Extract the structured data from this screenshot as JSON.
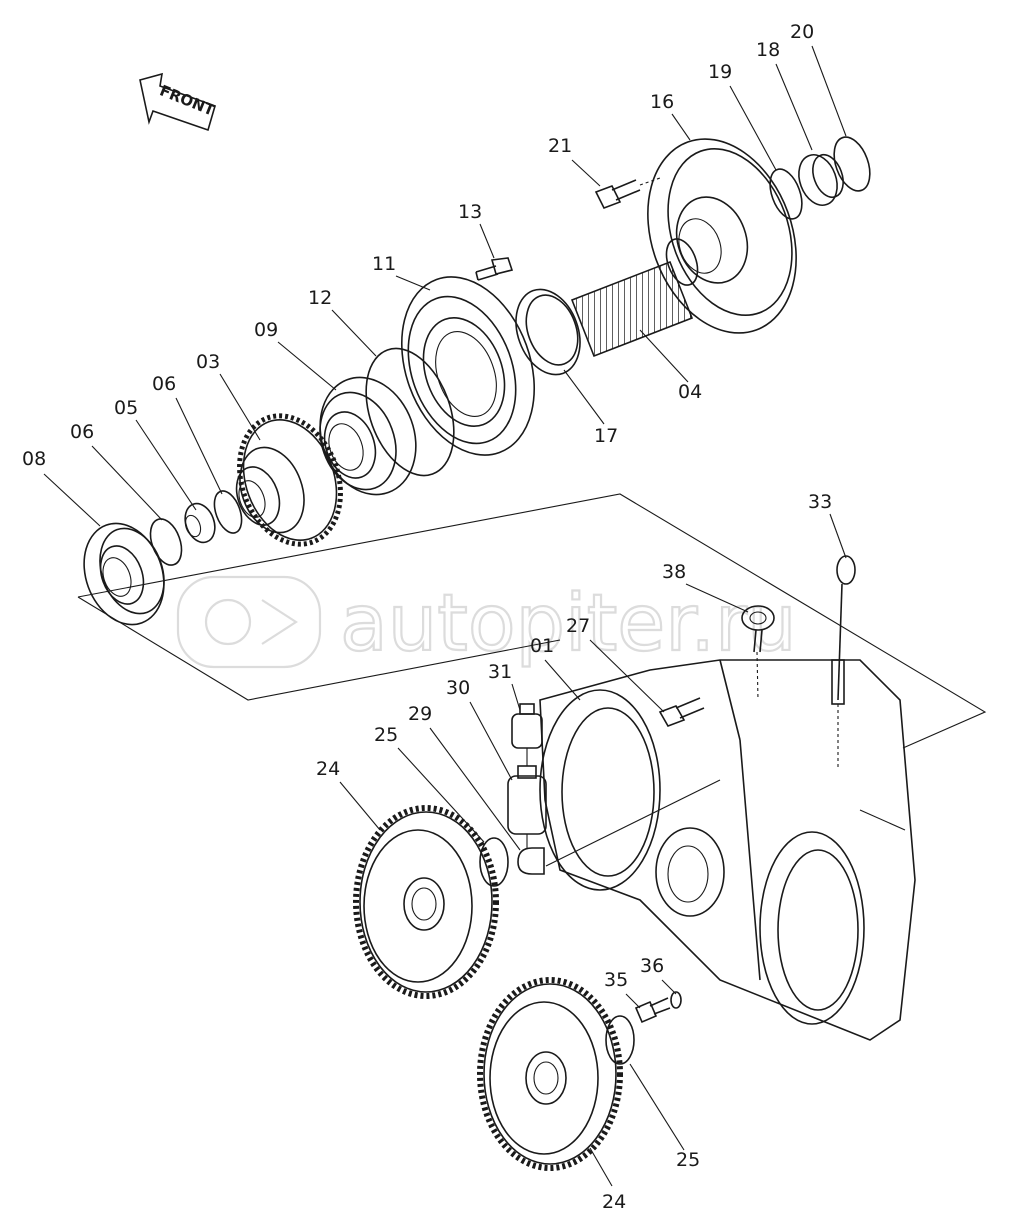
{
  "front_label": "FRONT",
  "watermark": "autopiter.ru",
  "parts": [
    {
      "id": "p01",
      "label": "01"
    },
    {
      "id": "p03",
      "label": "03"
    },
    {
      "id": "p04",
      "label": "04"
    },
    {
      "id": "p05",
      "label": "05"
    },
    {
      "id": "p06a",
      "label": "06"
    },
    {
      "id": "p06b",
      "label": "06"
    },
    {
      "id": "p08",
      "label": "08"
    },
    {
      "id": "p09",
      "label": "09"
    },
    {
      "id": "p11",
      "label": "11"
    },
    {
      "id": "p12",
      "label": "12"
    },
    {
      "id": "p13",
      "label": "13"
    },
    {
      "id": "p16",
      "label": "16"
    },
    {
      "id": "p17",
      "label": "17"
    },
    {
      "id": "p18",
      "label": "18"
    },
    {
      "id": "p19",
      "label": "19"
    },
    {
      "id": "p20",
      "label": "20"
    },
    {
      "id": "p21",
      "label": "21"
    },
    {
      "id": "p24a",
      "label": "24"
    },
    {
      "id": "p24b",
      "label": "24"
    },
    {
      "id": "p25a",
      "label": "25"
    },
    {
      "id": "p25b",
      "label": "25"
    },
    {
      "id": "p27",
      "label": "27"
    },
    {
      "id": "p29",
      "label": "29"
    },
    {
      "id": "p30",
      "label": "30"
    },
    {
      "id": "p31",
      "label": "31"
    },
    {
      "id": "p33",
      "label": "33"
    },
    {
      "id": "p35",
      "label": "35"
    },
    {
      "id": "p36",
      "label": "36"
    },
    {
      "id": "p38",
      "label": "38"
    }
  ]
}
